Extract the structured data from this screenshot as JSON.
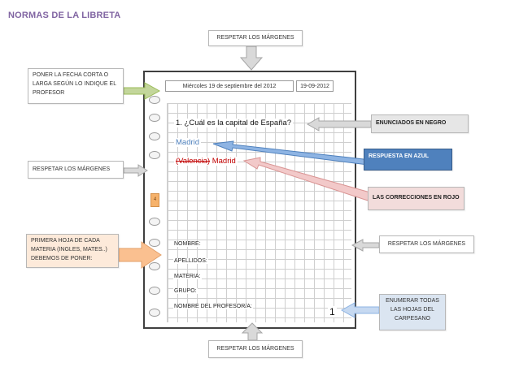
{
  "title": "NORMAS DE LA LIBRETA",
  "callouts": {
    "top_margins": "RESPETAR LOS MÁRGENES",
    "date": "PONER LA FECHA CORTA O LARGA SEGÚN LO INDIQUE EL PROFESOR",
    "left_margins": "RESPETAR LOS MÁRGENES",
    "first_page": "PRIMERA HOJA DE CADA MATERIA (INGLES, MATES..) DEBEMOS DE PONER:",
    "statements": "ENUNCIADOS EN NEGRO",
    "answer": "RESPUESTA EN AZUL",
    "corrections": "LAS CORRECCIONES EN ROJO",
    "right_margins": "RESPETAR LOS MÁRGENES",
    "numbering": "ENUMERAR TODAS LAS HOJAS DEL CARPESANO",
    "bottom_margins": "RESPETAR LOS MÁRGENES"
  },
  "notebook": {
    "date_long": "Miércoles 19 de septiembre del 2012",
    "date_short": "19-09-2012",
    "question": "1.  ¿Cuál es la capital de España?",
    "answer": "Madrid",
    "wrong_answer": "(Valencia)",
    "corrected_answer": "Madrid",
    "fields": [
      "NOMBRE:",
      "APELLIDOS:",
      "MATERIA:",
      "GRUPO:",
      "NOMBRE DEL PROFESOR/A:"
    ],
    "page_number": "1",
    "tab_label": "4"
  },
  "colors": {
    "title": "#8064a2",
    "answer_blue": "#4f81bd",
    "correction_red": "#c00000",
    "arrow_green": "#c3d69b",
    "arrow_blue": "#8eb4e3",
    "arrow_orange": "#fac090",
    "arrow_pink": "#f2a7a7",
    "arrow_grey": "#d9d9d9"
  }
}
